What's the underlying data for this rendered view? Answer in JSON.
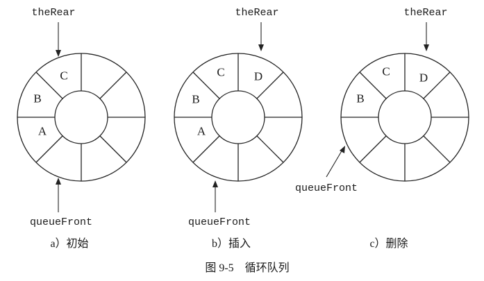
{
  "diagrams": [
    {
      "id": "a",
      "cells": [
        {
          "index": 1,
          "label": "C"
        },
        {
          "index": 2,
          "label": ""
        },
        {
          "index": 3,
          "label": ""
        },
        {
          "index": 4,
          "label": ""
        },
        {
          "index": 5,
          "label": ""
        },
        {
          "index": 6,
          "label": ""
        },
        {
          "index": 7,
          "label": "A"
        },
        {
          "index": 8,
          "label": "B"
        }
      ],
      "rear_label": "theRear",
      "front_label": "queueFront",
      "caption": "a）初始"
    },
    {
      "id": "b",
      "cells": [
        {
          "index": 1,
          "label": "C"
        },
        {
          "index": 2,
          "label": "D"
        },
        {
          "index": 3,
          "label": ""
        },
        {
          "index": 4,
          "label": ""
        },
        {
          "index": 5,
          "label": ""
        },
        {
          "index": 6,
          "label": ""
        },
        {
          "index": 7,
          "label": "A"
        },
        {
          "index": 8,
          "label": "B"
        }
      ],
      "rear_label": "theRear",
      "front_label": "queueFront",
      "caption": "b）插入"
    },
    {
      "id": "c",
      "cells": [
        {
          "index": 1,
          "label": "C"
        },
        {
          "index": 2,
          "label": "D"
        },
        {
          "index": 3,
          "label": ""
        },
        {
          "index": 4,
          "label": ""
        },
        {
          "index": 5,
          "label": ""
        },
        {
          "index": 6,
          "label": ""
        },
        {
          "index": 7,
          "label": ""
        },
        {
          "index": 8,
          "label": "B"
        }
      ],
      "rear_label": "theRear",
      "front_label": "queueFront",
      "caption": "c）删除"
    }
  ],
  "figure_title": "图 9-5　循环队列"
}
